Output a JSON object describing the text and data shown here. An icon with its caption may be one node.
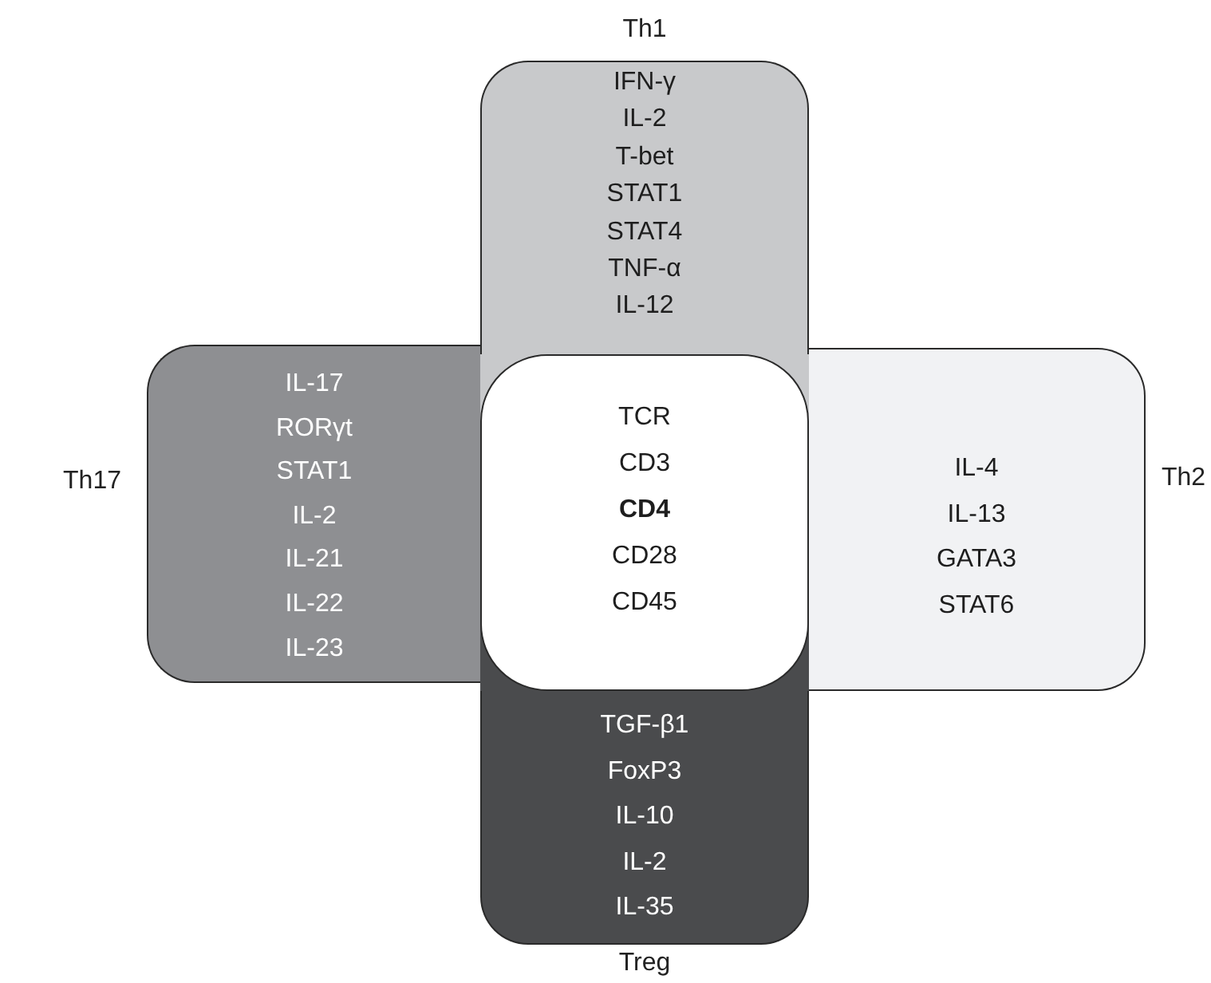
{
  "diagram": {
    "nodes": [
      {
        "text": [
          "Th1",
          "IFN-γ",
          "IL-2",
          "T-bet",
          "STAT1",
          "STAT4",
          "TNF-α",
          "IL-12"
        ]
      },
      {
        "text": [
          "Th17",
          "IL-17",
          "RORγt",
          "STAT1",
          "IL-2",
          "IL-21",
          "IL-22",
          "IL-23"
        ]
      },
      {
        "text": [
          "TCR",
          "CD3",
          "**CD4**",
          "CD28",
          "CD45"
        ]
      },
      {
        "text": [
          "Th2",
          "IL-4",
          "IL-13",
          "GATA3",
          "STAT6"
        ]
      },
      {
        "text": [
          "Treg",
          "TGF-β1",
          "FoxP3",
          "IL-10",
          "IL-2",
          "IL-35"
        ]
      }
    ]
  }
}
